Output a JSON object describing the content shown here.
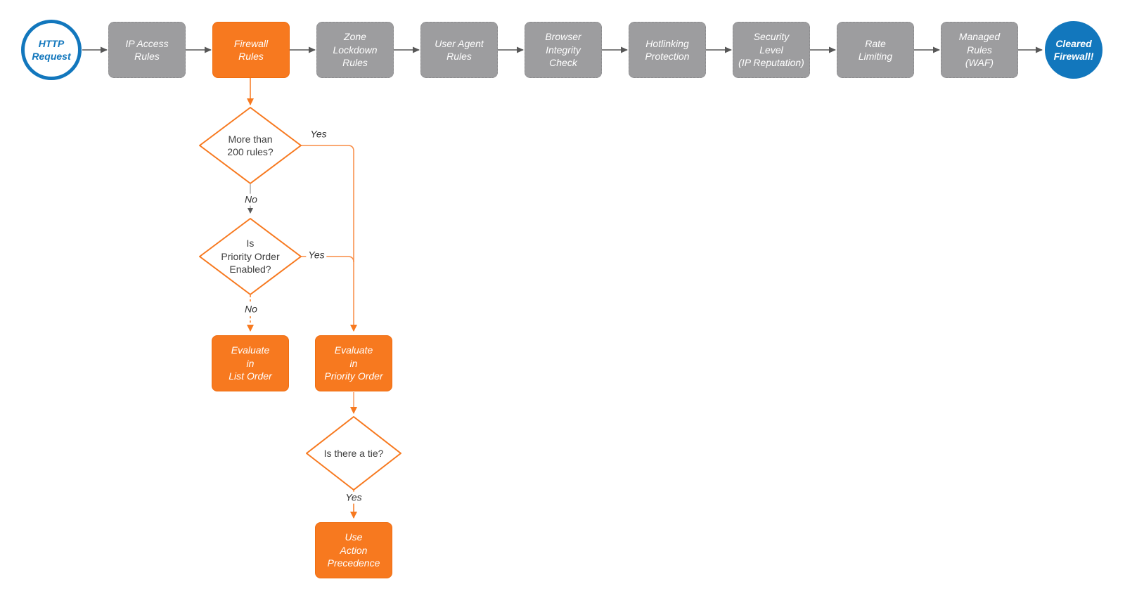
{
  "diagram_title": "HTTP request firewall evaluation flowchart",
  "colors": {
    "accent_orange": "#f7791f",
    "node_gray": "#9d9d9f",
    "brand_blue": "#1277bd",
    "connector_gray": "#575757",
    "text_dark": "#3e3e3e"
  },
  "flow": {
    "start": {
      "label": "HTTP\nRequest"
    },
    "steps": [
      {
        "label": "IP Access\nRules",
        "type": "gray"
      },
      {
        "label": "Firewall\nRules",
        "type": "orange"
      },
      {
        "label": "Zone\nLockdown\nRules",
        "type": "gray"
      },
      {
        "label": "User Agent\nRules",
        "type": "gray"
      },
      {
        "label": "Browser\nIntegrity\nCheck",
        "type": "gray"
      },
      {
        "label": "Hotlinking\nProtection",
        "type": "gray"
      },
      {
        "label": "Security\nLevel\n(IP Reputation)",
        "type": "gray"
      },
      {
        "label": "Rate\nLimiting",
        "type": "gray"
      },
      {
        "label": "Managed\nRules\n(WAF)",
        "type": "gray"
      }
    ],
    "end": {
      "label": "Cleared\nFirewall!"
    }
  },
  "decision_tree": {
    "diamond_rule_count": {
      "label": "More than\n200 rules?"
    },
    "diamond_priority_order": {
      "label": "Is\nPriority Order\nEnabled?"
    },
    "diamond_tie": {
      "label": "Is there a tie?"
    },
    "box_list_order": {
      "label": "Evaluate\nin\nList Order"
    },
    "box_priority_order": {
      "label": "Evaluate\nin\nPriority Order"
    },
    "box_action_precedence": {
      "label": "Use\nAction\nPrecedence"
    },
    "edge_labels": {
      "rule_count_yes": "Yes",
      "rule_count_no": "No",
      "priority_yes": "Yes",
      "priority_no": "No",
      "tie_yes": "Yes"
    }
  }
}
